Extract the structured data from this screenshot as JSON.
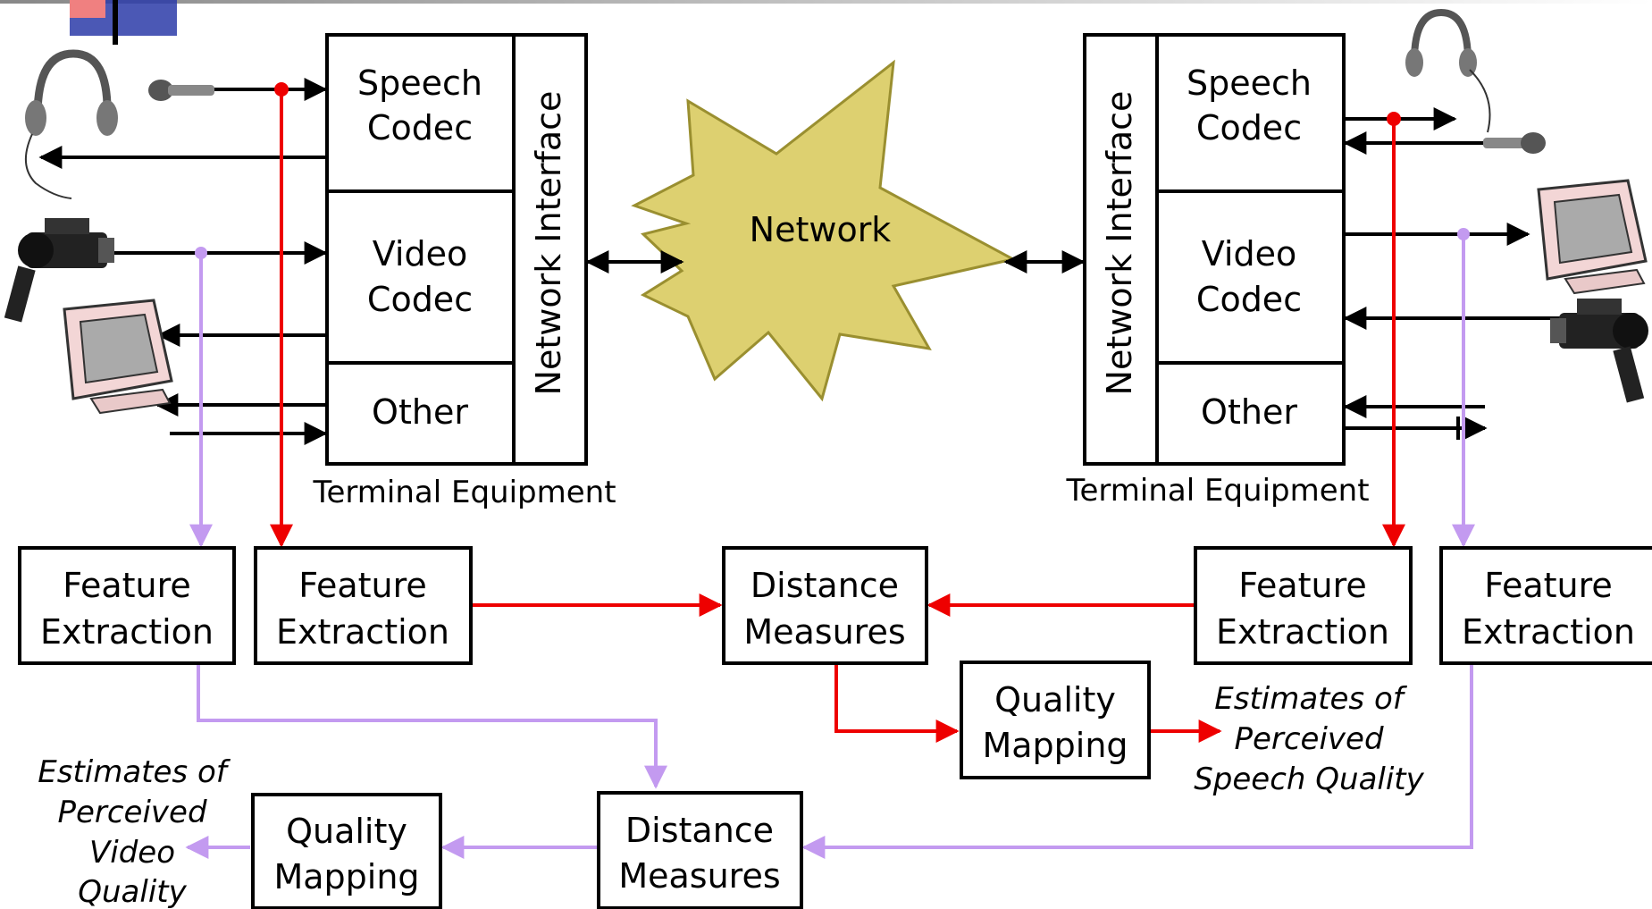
{
  "colors": {
    "speech_path": "#ee0000",
    "video_path": "#c39af0",
    "network_burst": "#ddd070",
    "title_bar": "#2b3ba8"
  },
  "left_terminal": {
    "speech_codec": [
      "Speech",
      "Codec"
    ],
    "video_codec": [
      "Video",
      "Codec"
    ],
    "other": "Other",
    "network_interface": "Network Interface",
    "caption": "Terminal Equipment"
  },
  "right_terminal": {
    "speech_codec": [
      "Speech",
      "Codec"
    ],
    "video_codec": [
      "Video",
      "Codec"
    ],
    "other": "Other",
    "network_interface": "Network Interface",
    "caption": "Terminal Equipment"
  },
  "network": {
    "label": "Network"
  },
  "feature_extraction": [
    "Feature",
    "Extraction"
  ],
  "distance_measures": [
    "Distance",
    "Measures"
  ],
  "quality_mapping": [
    "Quality",
    "Mapping"
  ],
  "speech_estimate": [
    "Estimates of",
    "Perceived",
    "Speech Quality"
  ],
  "video_estimate": [
    "Estimates of",
    "Perceived",
    "Video",
    "Quality"
  ],
  "device_icons": [
    "headphones-icon",
    "microphone-icon",
    "video-camera-icon",
    "monitor-icon"
  ]
}
